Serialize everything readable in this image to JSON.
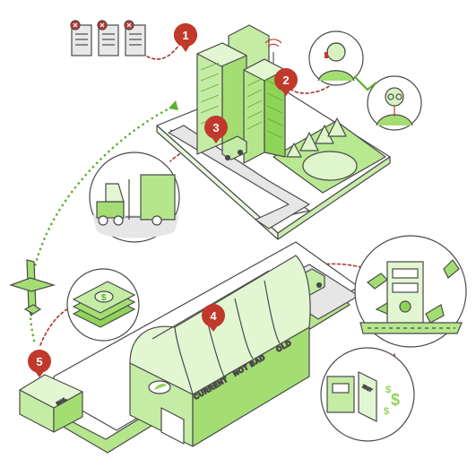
{
  "colors": {
    "green": "#8cd35a",
    "green_dark": "#5fae2e",
    "line": "#4a4a4a",
    "red": "#c0392b",
    "gray": "#d9d9d9",
    "white": "#ffffff"
  },
  "markers": [
    {
      "label": "1"
    },
    {
      "label": "2"
    },
    {
      "label": "3"
    },
    {
      "label": "4"
    },
    {
      "label": "5"
    }
  ],
  "factory_signs": {
    "current": "CURRENT",
    "not_bad": "NOT BAD",
    "old": "OLD"
  },
  "mail_sign": "MAIL",
  "exit_sign": "EXIT",
  "icons": [
    "server-icon",
    "cancel-icon",
    "antenna-icon",
    "call-center-agent-icon",
    "customer-icon",
    "truck-icon",
    "forklift-icon",
    "airplane-icon",
    "money-stack-icon",
    "dollar-icon",
    "machine-icon",
    "robot-arm-icon",
    "tree-icon",
    "pond-icon"
  ]
}
